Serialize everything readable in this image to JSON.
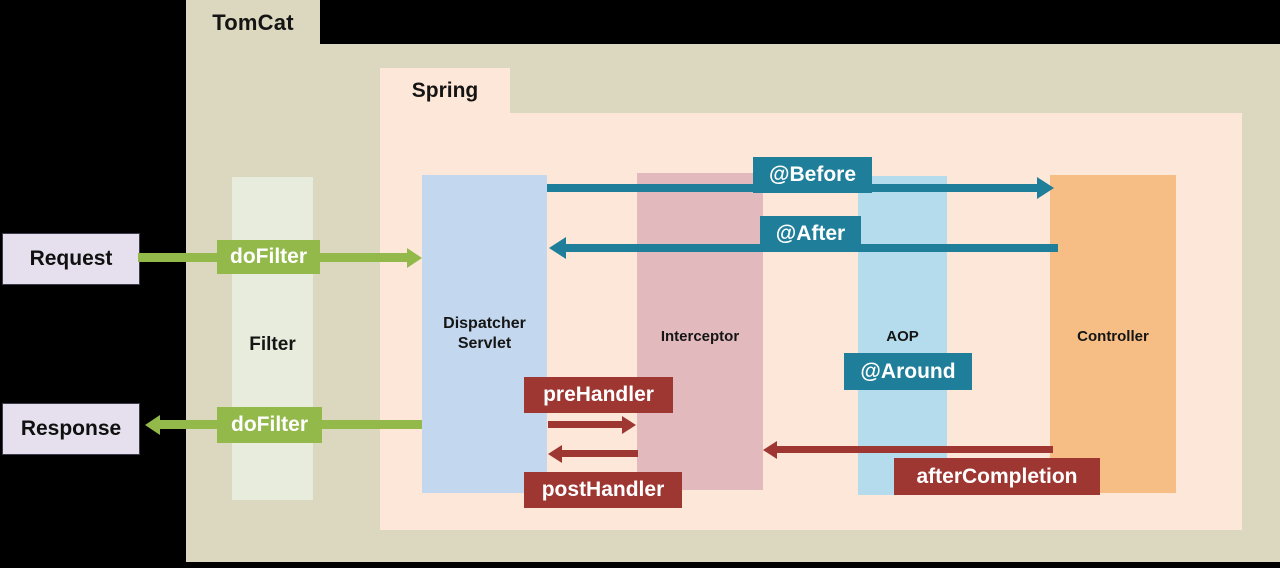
{
  "containers": {
    "tomcat": {
      "label": "TomCat",
      "color": "#dcd8c0"
    },
    "spring": {
      "label": "Spring",
      "color": "#fce7d8"
    }
  },
  "endpoints": {
    "request": "Request",
    "response": "Response"
  },
  "columns": [
    {
      "name": "filter",
      "label": "Filter",
      "color": "#e8ecdc"
    },
    {
      "name": "dispatcher",
      "label": "Dispatcher\nServlet",
      "color": "#c3d8ef",
      "line1": "Dispatcher",
      "line2": "Servlet"
    },
    {
      "name": "interceptor",
      "label": "Interceptor",
      "color": "#e2b9bd"
    },
    {
      "name": "aop",
      "label": "AOP",
      "color": "#b5dced"
    },
    {
      "name": "controller",
      "label": "Controller",
      "color": "#f6bd85"
    }
  ],
  "tags": {
    "do_filter_in": "doFilter",
    "do_filter_out": "doFilter",
    "before": "@Before",
    "after": "@After",
    "around": "@Around",
    "pre_handler": "preHandler",
    "post_handler": "postHandler",
    "after_completion": "afterCompletion"
  },
  "colors": {
    "green": "#94b94b",
    "teal": "#1f7e99",
    "dark_red": "#9e3632",
    "tomcat_bg": "#dcd8c0",
    "spring_bg": "#fce7d8",
    "endpoint_bg": "#e6e0ee"
  }
}
